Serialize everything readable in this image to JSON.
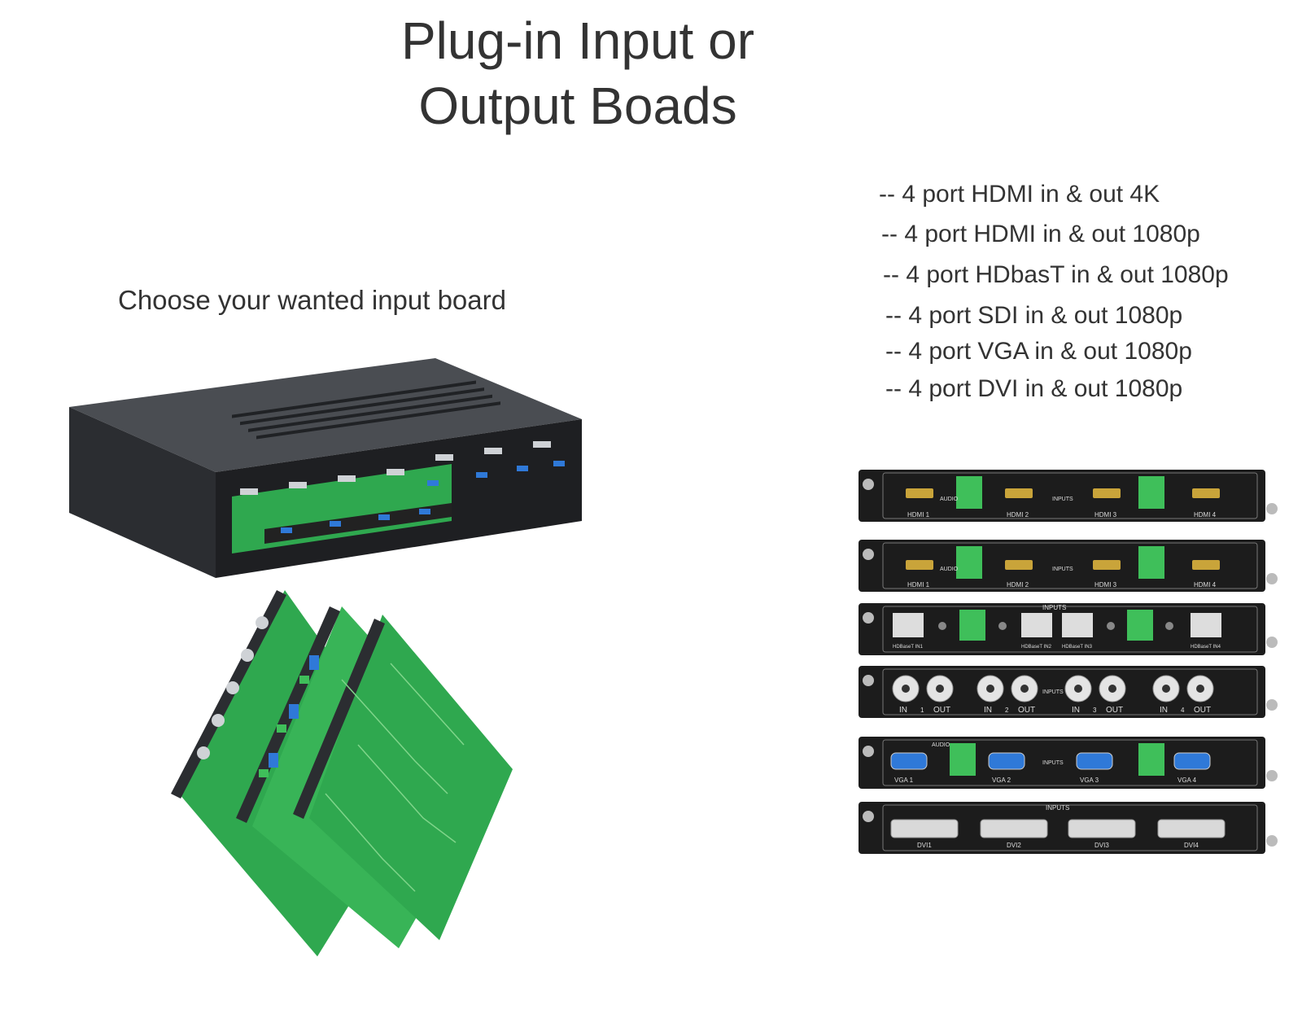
{
  "title": {
    "line1": "Plug-in Input or",
    "line2": "Output Boads"
  },
  "subtitle": "Choose your wanted input board",
  "specs": [
    "-- 4 port HDMI in & out 4K",
    "-- 4 port HDMI in & out 1080p",
    "-- 4 port HDbasT in & out 1080p",
    "-- 4 port SDI in & out 1080p",
    "-- 4 port VGA in & out 1080p",
    "-- 4 port DVI in & out 1080p"
  ],
  "boards": {
    "hdmi4k": {
      "ports": [
        "HDMI 1",
        "HDMI 2",
        "HDMI 3",
        "HDMI 4"
      ],
      "side": "INPUTS",
      "audio": "AUDIO"
    },
    "hdmi1080": {
      "ports": [
        "HDMI 1",
        "HDMI 2",
        "HDMI 3",
        "HDMI 4"
      ],
      "side": "INPUTS",
      "audio": "AUDIO"
    },
    "hdbaset": {
      "ports": [
        "HDBaseT IN1",
        "HDBaseT IN2",
        "HDBaseT IN3",
        "HDBaseT IN4"
      ],
      "header": "INPUTS"
    },
    "sdi": {
      "labels": [
        "IN",
        "OUT",
        "IN",
        "OUT",
        "IN",
        "OUT",
        "IN",
        "OUT"
      ],
      "nums": [
        "1",
        "2",
        "3",
        "4"
      ],
      "side": "INPUTS"
    },
    "vga": {
      "ports": [
        "VGA 1",
        "VGA 2",
        "VGA 3",
        "VGA 4"
      ],
      "side": "INPUTS",
      "audio": "AUDIO"
    },
    "dvi": {
      "ports": [
        "DVI1",
        "DVI2",
        "DVI3",
        "DVI4"
      ],
      "header": "INPUTS"
    }
  },
  "colors": {
    "panel": "#1c1c1c",
    "pcb": "#2fa84f",
    "terminal": "#3fbf5a",
    "vga": "#2f79d8",
    "text": "#333333"
  }
}
